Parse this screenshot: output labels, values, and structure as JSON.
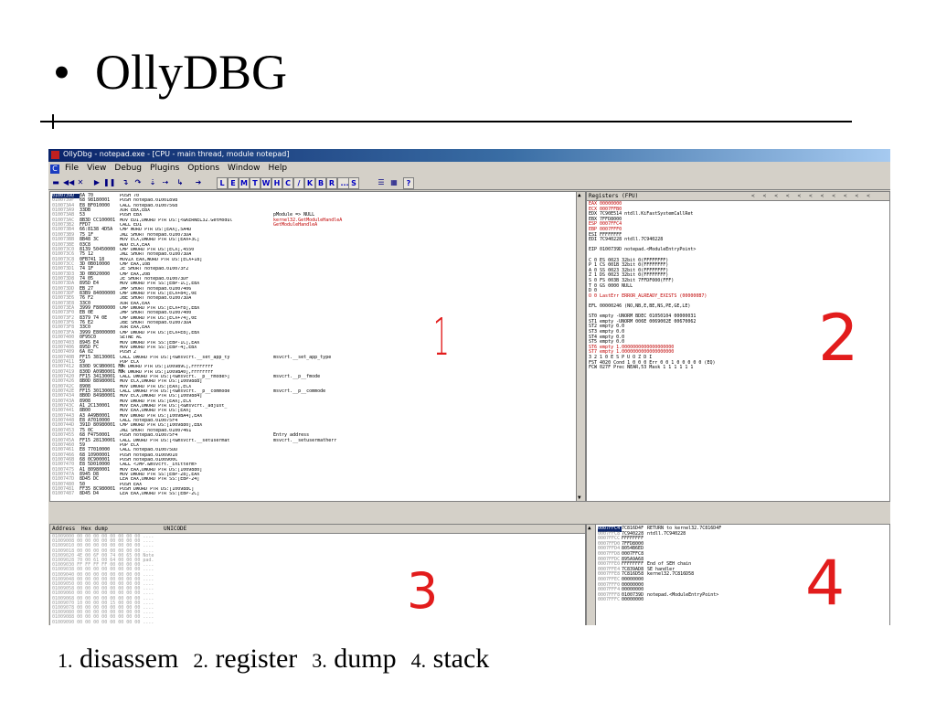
{
  "slide": {
    "bullet": "•",
    "title": "OllyDBG"
  },
  "window": {
    "title": "OllyDbg - notepad.exe - [CPU - main thread, module notepad]",
    "menu": [
      "File",
      "View",
      "Debug",
      "Plugins",
      "Options",
      "Window",
      "Help"
    ],
    "toolbar_letters": [
      "L",
      "E",
      "M",
      "T",
      "W",
      "H",
      "C",
      "/",
      "K",
      "B",
      "R",
      "...",
      "S"
    ],
    "help_glyph": "?"
  },
  "disasm": {
    "first_address": "0100739D",
    "rows": [
      [
        "0100739D",
        "6A 70",
        "PUSH 70",
        ""
      ],
      [
        "0100739F",
        "68 98180001",
        "PUSH notepad.01001898",
        ""
      ],
      [
        "010073A4",
        "E8 BF010000",
        "CALL notepad.01007568",
        ""
      ],
      [
        "010073A9",
        "33DB",
        "XOR EBX,EBX",
        ""
      ],
      [
        "010073AB",
        "53",
        "PUSH EBX",
        "pModule => NULL"
      ],
      [
        "010073AC",
        "8B3D CC100001",
        "MOV EDI,DWORD PTR DS:[<&KERNEL32.GetModul",
        "kernel32.GetModuleHandleA"
      ],
      [
        "010073B2",
        "FFD7",
        "CALL EDI",
        "GetModuleHandleA"
      ],
      [
        "010073B4",
        "66:8138 4D5A",
        "CMP WORD PTR DS:[EAX],5A4D",
        ""
      ],
      [
        "010073B9",
        "75 1F",
        "JNZ SHORT notepad.010073DA",
        ""
      ],
      [
        "010073BB",
        "8B48 3C",
        "MOV ECX,DWORD PTR DS:[EAX+3C]",
        ""
      ],
      [
        "010073BE",
        "03C8",
        "ADD ECX,EAX",
        ""
      ],
      [
        "010073C0",
        "8139 50450000",
        "CMP DWORD PTR DS:[ECX],4550",
        ""
      ],
      [
        "010073C6",
        "75 12",
        "JNZ SHORT notepad.010073DA",
        ""
      ],
      [
        "010073C8",
        "0FB741 18",
        "MOVZX EAX,WORD PTR DS:[ECX+18]",
        ""
      ],
      [
        "010073CC",
        "3D 0B010000",
        "CMP EAX,10B",
        ""
      ],
      [
        "010073D1",
        "74 1F",
        "JE SHORT notepad.010073F2",
        ""
      ],
      [
        "010073D3",
        "3D 0B020000",
        "CMP EAX,20B",
        ""
      ],
      [
        "010073D8",
        "74 05",
        "JE SHORT notepad.010073DF",
        ""
      ],
      [
        "010073DA",
        "895D E4",
        "MOV DWORD PTR SS:[EBP-1C],EBX",
        ""
      ],
      [
        "010073DD",
        "EB 27",
        "JMP SHORT notepad.01007406",
        ""
      ],
      [
        "010073DF",
        "83B9 84000000",
        "CMP DWORD PTR DS:[ECX+84],0E",
        ""
      ],
      [
        "010073E6",
        "76 F2",
        "JBE SHORT notepad.010073DA",
        ""
      ],
      [
        "010073E8",
        "33C0",
        "XOR EAX,EAX",
        ""
      ],
      [
        "010073EA",
        "3999 F8000000",
        "CMP DWORD PTR DS:[ECX+F8],EBX",
        ""
      ],
      [
        "010073F0",
        "EB 0E",
        "JMP SHORT notepad.01007400",
        ""
      ],
      [
        "010073F2",
        "8379 74 0E",
        "CMP DWORD PTR DS:[ECX+74],0E",
        ""
      ],
      [
        "010073F6",
        "76 E2",
        "JBE SHORT notepad.010073DA",
        ""
      ],
      [
        "010073F8",
        "33C0",
        "XOR EAX,EAX",
        ""
      ],
      [
        "010073FA",
        "3999 E8000000",
        "CMP DWORD PTR DS:[ECX+E8],EBX",
        ""
      ],
      [
        "01007400",
        "0F95C0",
        "SETNE AL",
        ""
      ],
      [
        "01007403",
        "8945 E4",
        "MOV DWORD PTR SS:[EBP-1C],EAX",
        ""
      ],
      [
        "01007406",
        "895D FC",
        "MOV DWORD PTR SS:[EBP-4],EBX",
        ""
      ],
      [
        "01007409",
        "6A 02",
        "PUSH 2",
        ""
      ],
      [
        "0100740B",
        "FF15 38130001",
        "CALL DWORD PTR DS:[<&msvcrt.__set_app_ty",
        "msvcrt.__set_app_type"
      ],
      [
        "01007411",
        "59",
        "POP ECX",
        ""
      ],
      [
        "01007412",
        "830D 9C9B0001 FF",
        "OR DWORD PTR DS:[1009B9C],FFFFFFFF",
        ""
      ],
      [
        "01007419",
        "830D A09B0001 FF",
        "OR DWORD PTR DS:[1009BA0],FFFFFFFF",
        ""
      ],
      [
        "01007420",
        "FF15 34130001",
        "CALL DWORD PTR DS:[<&msvcrt.__p__fmode>]",
        "msvcrt.__p__fmode"
      ],
      [
        "01007426",
        "8B0D 88980001",
        "MOV ECX,DWORD PTR DS:[1009888]",
        ""
      ],
      [
        "0100742C",
        "8908",
        "MOV DWORD PTR DS:[EAX],ECX",
        ""
      ],
      [
        "0100742E",
        "FF15 30130001",
        "CALL DWORD PTR DS:[<&msvcrt.__p__commode",
        "msvcrt.__p__commode"
      ],
      [
        "01007434",
        "8B0D 84980001",
        "MOV ECX,DWORD PTR DS:[1009884]",
        ""
      ],
      [
        "0100743A",
        "8908",
        "MOV DWORD PTR DS:[EAX],ECX",
        ""
      ],
      [
        "0100743C",
        "A1 2C130001",
        "MOV EAX,DWORD PTR DS:[<&msvcrt._adjust_",
        ""
      ],
      [
        "01007441",
        "8B00",
        "MOV EAX,DWORD PTR DS:[EAX]",
        ""
      ],
      [
        "01007443",
        "A3 A49B0001",
        "MOV DWORD PTR DS:[1009BA4],EAX",
        ""
      ],
      [
        "01007448",
        "E8 A7010000",
        "CALL notepad.010075F4",
        ""
      ],
      [
        "0100744D",
        "391D 80980001",
        "CMP DWORD PTR DS:[1009880],EBX",
        ""
      ],
      [
        "01007453",
        "75 0C",
        "JNZ SHORT notepad.01007461",
        ""
      ],
      [
        "01007455",
        "68 F4750001",
        "PUSH notepad.010075F4",
        "Entry address"
      ],
      [
        "0100745A",
        "FF15 28130001",
        "CALL DWORD PTR DS:[<&msvcrt.__setusermat",
        "msvcrt.__setusermatherr"
      ],
      [
        "01007460",
        "59",
        "POP ECX",
        ""
      ],
      [
        "01007461",
        "E8 77010000",
        "CALL notepad.010075DD",
        ""
      ],
      [
        "01007466",
        "68 10900001",
        "PUSH notepad.01009010",
        ""
      ],
      [
        "0100746B",
        "68 0C900001",
        "PUSH notepad.0100900C",
        ""
      ],
      [
        "01007470",
        "E8 5D010000",
        "CALL <JMP.&msvcrt._initterm>",
        ""
      ],
      [
        "01007475",
        "A1 80980001",
        "MOV EAX,DWORD PTR DS:[1009880]",
        ""
      ],
      [
        "0100747A",
        "8945 D8",
        "MOV DWORD PTR SS:[EBP-28],EAX",
        ""
      ],
      [
        "0100747D",
        "8D45 DC",
        "LEA EAX,DWORD PTR SS:[EBP-24]",
        ""
      ],
      [
        "01007480",
        "50",
        "PUSH EAX",
        ""
      ],
      [
        "01007481",
        "FF35 8C980001",
        "PUSH DWORD PTR DS:[100988C]",
        ""
      ],
      [
        "01007487",
        "8D45 D4",
        "LEA EAX,DWORD PTR SS:[EBP-2C]",
        ""
      ]
    ]
  },
  "registers": {
    "header": "Registers (FPU)",
    "lines": [
      {
        "t": "EAX 00000000",
        "c": "red"
      },
      {
        "t": "ECX 0007FFB0",
        "c": "red"
      },
      {
        "t": "EDX 7C90E514 ntdll.KiFastSystemCallRet",
        "c": ""
      },
      {
        "t": "EBX 7FFD8000",
        "c": ""
      },
      {
        "t": "ESP 0007FFC4",
        "c": "red"
      },
      {
        "t": "EBP 0007FFF0",
        "c": "red"
      },
      {
        "t": "ESI FFFFFFFF",
        "c": ""
      },
      {
        "t": "EDI 7C940228 ntdll.7C940228",
        "c": ""
      },
      {
        "t": "",
        "c": ""
      },
      {
        "t": "EIP 0100739D notepad.<ModuleEntryPoint>",
        "c": ""
      },
      {
        "t": "",
        "c": ""
      },
      {
        "t": "C 0  ES 0023 32bit 0(FFFFFFFF)",
        "c": ""
      },
      {
        "t": "P 1  CS 001B 32bit 0(FFFFFFFF)",
        "c": ""
      },
      {
        "t": "A 0  SS 0023 32bit 0(FFFFFFFF)",
        "c": ""
      },
      {
        "t": "Z 1  DS 0023 32bit 0(FFFFFFFF)",
        "c": ""
      },
      {
        "t": "S 0  FS 003B 32bit 7FFDF000(FFF)",
        "c": ""
      },
      {
        "t": "T 0  GS 0000 NULL",
        "c": ""
      },
      {
        "t": "D 0",
        "c": ""
      },
      {
        "t": "O 0  LastErr ERROR_ALREADY_EXISTS (000000B7)",
        "c": "red"
      },
      {
        "t": "",
        "c": ""
      },
      {
        "t": "EFL 00000246 (NO,NB,E,BE,NS,PE,GE,LE)",
        "c": ""
      },
      {
        "t": "",
        "c": ""
      },
      {
        "t": "ST0 empty -UNORM BDEC 01050104 00000031",
        "c": ""
      },
      {
        "t": "ST1 empty -UNORM 006E 0069002E 00670062",
        "c": ""
      },
      {
        "t": "ST2 empty 0.0",
        "c": ""
      },
      {
        "t": "ST3 empty 0.0",
        "c": ""
      },
      {
        "t": "ST4 empty 0.0",
        "c": ""
      },
      {
        "t": "ST5 empty 0.0",
        "c": ""
      },
      {
        "t": "ST6 empty 1.0000000000000000000",
        "c": "red"
      },
      {
        "t": "ST7 empty 1.0000000000000000000",
        "c": "red"
      },
      {
        "t": "               3 2 1 0      E S P U O Z D I",
        "c": ""
      },
      {
        "t": "FST 4020  Cond 1 0 0 0  Err 0 0 1 0 0 0 0 0  (EQ)",
        "c": ""
      },
      {
        "t": "FCW 027F  Prec NEAR,53  Mask    1 1 1 1 1 1",
        "c": ""
      }
    ]
  },
  "dump": {
    "header_cols": [
      "Address",
      "Hex dump",
      "UNICODE"
    ],
    "rows": [
      "01009000 00 00 00 00 00 00 00 00  ....",
      "01009008 00 00 00 00 00 00 00 00  ....",
      "01009010 00 00 00 00 00 00 00 00  ....",
      "01009018 00 00 00 00 00 00 00 00  ....",
      "01009020 4E 00 6F 00 74 00 65 00  Note",
      "01009028 70 00 61 00 64 00 00 00  pad.",
      "01009030 FF FF FF FF 00 00 00 00  ....",
      "01009038 00 00 00 00 00 00 00 00  ....",
      "01009040 00 00 00 00 00 00 00 00  ....",
      "01009048 00 00 00 00 00 00 00 00  ....",
      "01009050 00 00 00 00 00 00 00 00  ....",
      "01009058 00 00 00 00 00 00 00 00  ....",
      "01009060 00 00 00 00 00 00 00 00  ....",
      "01009068 00 00 00 00 00 00 00 00  ....",
      "01009070 10 00 00 00 15 00 00 00  ....",
      "01009078 00 00 00 00 00 00 00 00  ....",
      "01009080 00 00 00 00 00 00 00 00  ....",
      "01009088 00 00 00 00 00 00 00 00  ....",
      "01009090 00 00 00 00 00 00 00 00  ...."
    ]
  },
  "stack": {
    "rows": [
      [
        "0007FFC4",
        "7C816D4F",
        "RETURN to kernel32.7C816D4F",
        "sel"
      ],
      [
        "0007FFC8",
        "7C940228",
        "ntdll.7C940228",
        ""
      ],
      [
        "0007FFCC",
        "FFFFFFFF",
        "",
        ""
      ],
      [
        "0007FFD0",
        "7FFD8000",
        "",
        ""
      ],
      [
        "0007FFD4",
        "8054B6ED",
        "",
        ""
      ],
      [
        "0007FFD8",
        "0007FFC8",
        "",
        ""
      ],
      [
        "0007FFDC",
        "895A9A68",
        "",
        ""
      ],
      [
        "0007FFE0",
        "FFFFFFFF",
        "End of SEH chain",
        ""
      ],
      [
        "0007FFE4",
        "7C839AD8",
        "SE handler",
        ""
      ],
      [
        "0007FFE8",
        "7C816D58",
        "kernel32.7C816D58",
        ""
      ],
      [
        "0007FFEC",
        "00000000",
        "",
        ""
      ],
      [
        "0007FFF0",
        "00000000",
        "",
        ""
      ],
      [
        "0007FFF4",
        "00000000",
        "",
        ""
      ],
      [
        "0007FFF8",
        "0100739D",
        "notepad.<ModuleEntryPoint>",
        ""
      ],
      [
        "0007FFFC",
        "00000000",
        "",
        ""
      ]
    ]
  },
  "annotations": [
    "1",
    "2",
    "3",
    "4"
  ],
  "caption": {
    "items": [
      {
        "num": "1.",
        "label": "disassem"
      },
      {
        "num": "2.",
        "label": "register"
      },
      {
        "num": "3.",
        "label": "dump"
      },
      {
        "num": "4.",
        "label": "stack"
      }
    ]
  },
  "colors": {
    "annotation": "#e21c1c",
    "titlebar": "#0a246a",
    "window_bg": "#d4d0c8"
  }
}
